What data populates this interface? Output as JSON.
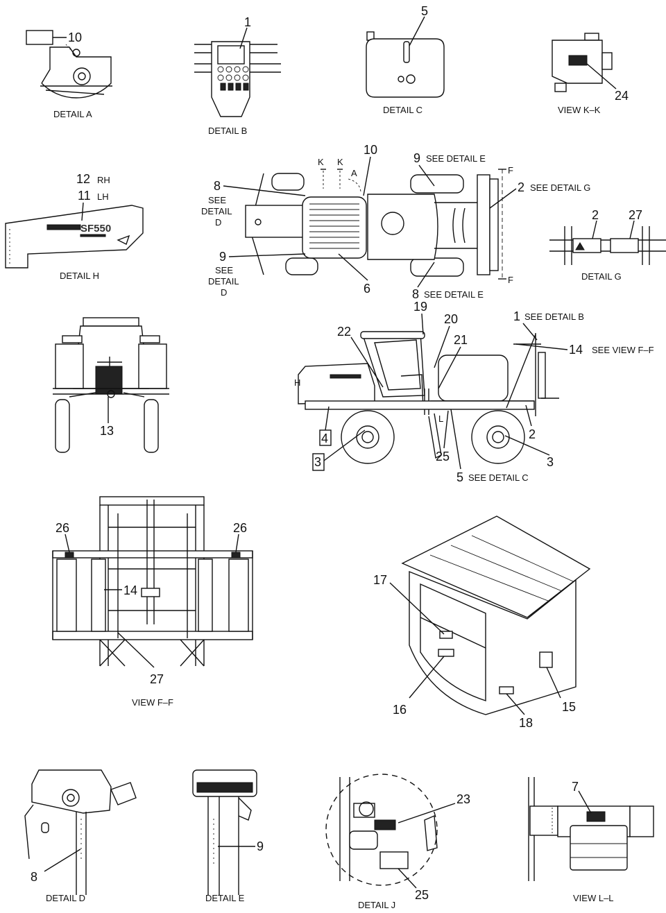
{
  "captions": {
    "detail_a": "DETAIL A",
    "detail_b": "DETAIL B",
    "detail_c": "DETAIL C",
    "view_kk": "VIEW K–K",
    "detail_h": "DETAIL H",
    "detail_g": "DETAIL G",
    "view_ff": "VIEW F–F",
    "detail_d": "DETAIL D",
    "detail_e": "DETAIL E",
    "detail_j": "DETAIL J",
    "view_ll": "VIEW L–L"
  },
  "callouts": {
    "c1": "1",
    "c2": "2",
    "c3": "3",
    "c4": "4",
    "c5": "5",
    "c6": "6",
    "c7": "7",
    "c8": "8",
    "c9": "9",
    "c10": "10",
    "c11": "11",
    "c12": "12",
    "c13": "13",
    "c14": "14",
    "c15": "15",
    "c16": "16",
    "c17": "17",
    "c18": "18",
    "c19": "19",
    "c20": "20",
    "c21": "21",
    "c22": "22",
    "c23": "23",
    "c24": "24",
    "c25": "25",
    "c26": "26",
    "c27": "27"
  },
  "notes": {
    "rh": "RH",
    "lh": "LH",
    "see_detail_e": "SEE DETAIL E",
    "see_detail_g": "SEE DETAIL G",
    "see_detail_b": "SEE DETAIL B",
    "see_view_ff": "SEE VIEW F–F",
    "see_detail_c": "SEE DETAIL C",
    "see": "SEE",
    "detail": "DETAIL",
    "d": "D",
    "k": "K",
    "a": "A",
    "f": "F",
    "h": "H",
    "l": "L"
  },
  "decal_text": {
    "brand": "SF550"
  }
}
